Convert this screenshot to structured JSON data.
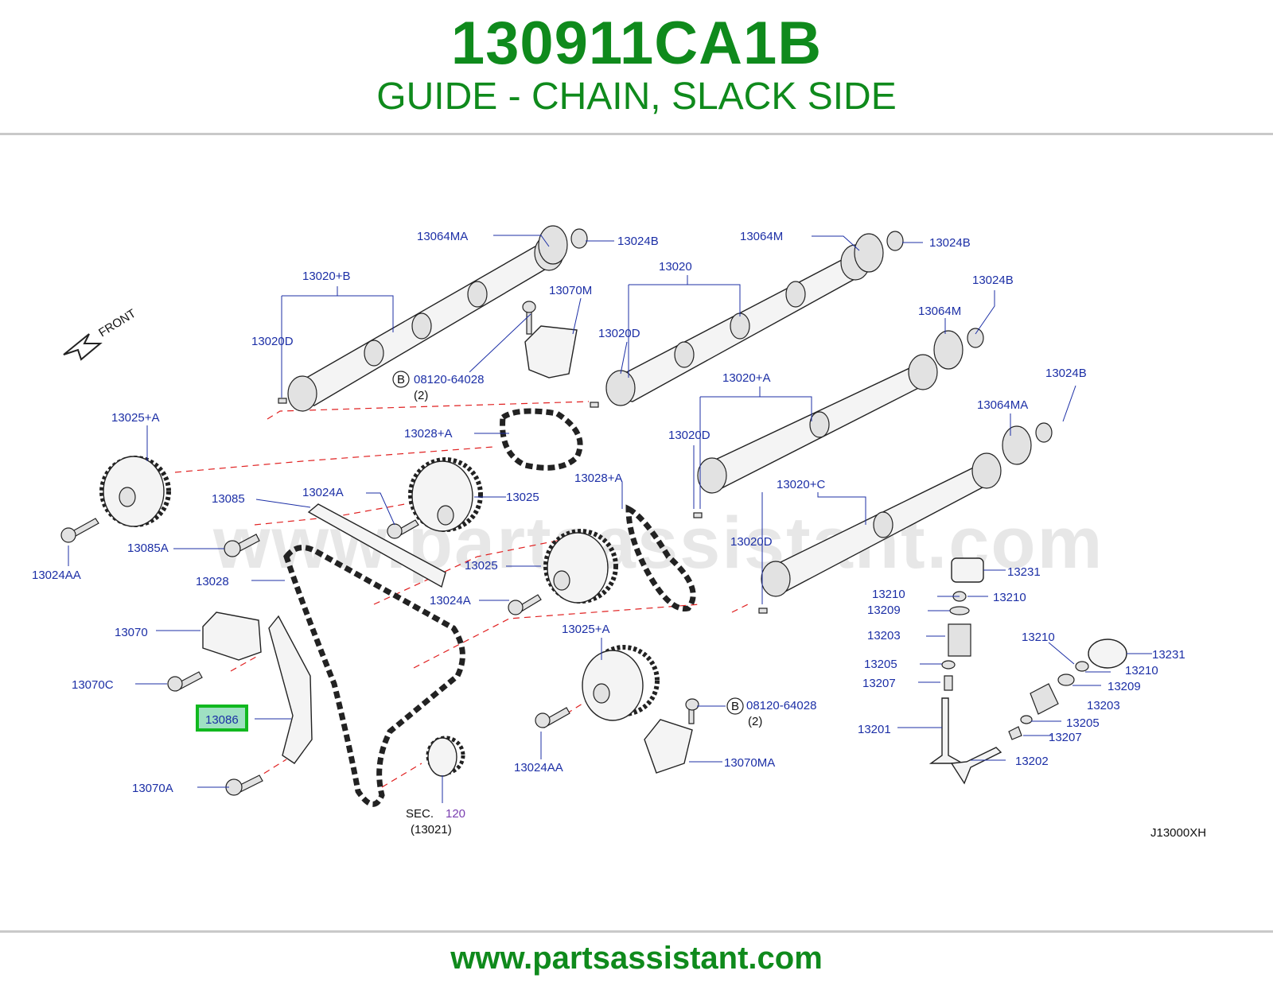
{
  "header": {
    "part_number": "130911CA1B",
    "description": "GUIDE - CHAIN, SLACK SIDE"
  },
  "footer": {
    "site_url": "www.partsassistant.com"
  },
  "watermark": "www.partsassistant.com",
  "diagram": {
    "front_label": "FRONT",
    "ref_code": "J13000XH",
    "highlighted_label": "13086",
    "labels": {
      "l13064MA_top": "13064MA",
      "l13024B_1": "13024B",
      "l13064M_top": "13064M",
      "l13024B_2": "13024B",
      "l13020B": "13020+B",
      "l13020": "13020",
      "l13070M": "13070M",
      "l13024B_3": "13024B",
      "l13064M_mid": "13064M",
      "l13020D_1": "13020D",
      "l13020D_2": "13020D",
      "b_bolt_1": "08120-64028",
      "b_bolt_1_qty": "(2)",
      "l13020A": "13020+A",
      "l13024B_4": "13024B",
      "l13025A_1": "13025+A",
      "l13028A_1": "13028+A",
      "l13064MA_mid": "13064MA",
      "l13020D_3": "13020D",
      "l13085": "13085",
      "l13024A_1": "13024A",
      "l13025_1": "13025",
      "l13028A_2": "13028+A",
      "l13020C": "13020+C",
      "l13085A": "13085A",
      "l13024AA_1": "13024AA",
      "l13020D_4": "13020D",
      "l13028": "13028",
      "l13025_2": "13025",
      "l13231_1": "13231",
      "l13210_1": "13210",
      "l13210_2": "13210",
      "l13024A_2": "13024A",
      "l13209_1": "13209",
      "l13070": "13070",
      "l13025A_2": "13025+A",
      "l13203_1": "13203",
      "l13210_3": "13210",
      "l13231_2": "13231",
      "l13205_1": "13205",
      "l13210_4": "13210",
      "l13070C": "13070C",
      "l13207_1": "13207",
      "l13209_2": "13209",
      "b_bolt_2": "08120-64028",
      "b_bolt_2_qty": "(2)",
      "l13203_2": "13203",
      "l13205_2": "13205",
      "l13201": "13201",
      "l13207_2": "13207",
      "l13024AA_2": "13024AA",
      "l13070MA": "13070MA",
      "l13202": "13202",
      "l13070A": "13070A",
      "sec_word": "SEC.",
      "sec_num": "120",
      "sec_sub": "(13021)",
      "b_circle": "B"
    }
  }
}
